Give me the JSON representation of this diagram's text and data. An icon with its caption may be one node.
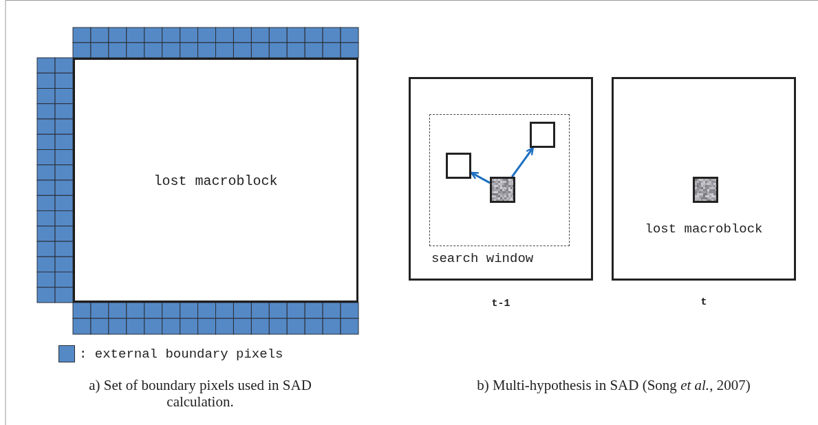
{
  "diagram": {
    "nodes": [
      {
        "text": [
          "lost macroblock"
        ]
      },
      {
        "text": [
          "t-1"
        ]
      },
      {
        "text": [
          "search window"
        ],
        "in": 1
      },
      {
        "text": [],
        "shape": "box",
        "in": 2
      },
      {
        "text": [],
        "shape": "picture",
        "in": 2
      },
      {
        "text": [],
        "shape": "box",
        "in": 2
      },
      {
        "text": [
          "lost macroblock",
          "t"
        ]
      },
      {
        "text": [],
        "shape": "picture",
        "in": 6
      }
    ],
    "edges": [
      {
        "from": 4,
        "to": 3,
        "arrow": "to"
      },
      {
        "from": 4,
        "to": 5,
        "arrow": "to"
      }
    ],
    "labels": [
      "a) Set of boundary pixels used in SAD calculation.",
      "b) Multi-hypothesis in SAD (Song *et al.*, 2007)"
    ],
    "legend": [
      {
        "text": ": external boundary pixels",
        "color": "#5589c6"
      }
    ]
  }
}
